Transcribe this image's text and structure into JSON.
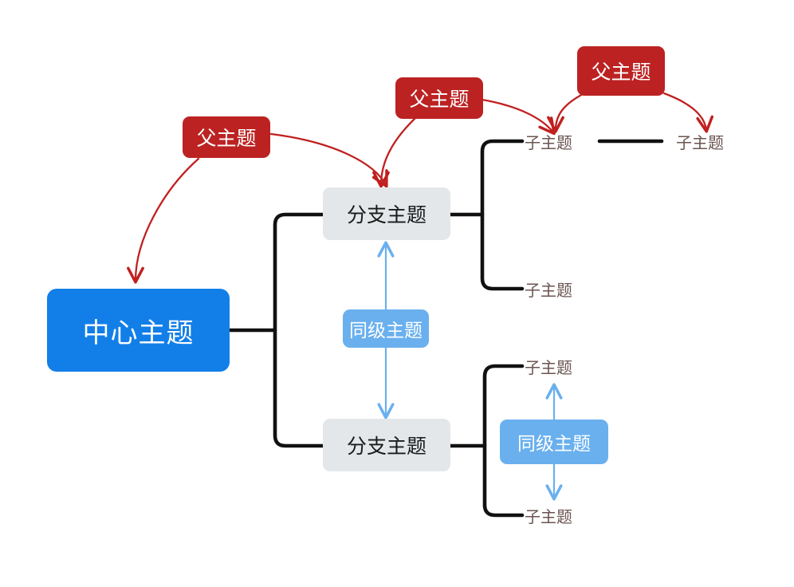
{
  "diagram": {
    "type": "mind-map",
    "title": "",
    "background_color": "#ffffff",
    "colors": {
      "central_fill": "#127fe8",
      "central_text": "#ffffff",
      "branch_fill": "#e3e7e9",
      "branch_text": "#1a1a1a",
      "parent_fill": "#bc2222",
      "parent_text": "#ffffff",
      "sibling_fill": "#6ab0ee",
      "sibling_text": "#ffffff",
      "subtopic_text": "#6b5552",
      "connector_black": "#111111",
      "arrow_red": "#c0201f",
      "arrow_blue": "#6ab0ee"
    },
    "labels": {
      "central": "中心主题",
      "branch": "分支主题",
      "parent": "父主题",
      "sibling": "同级主题",
      "subtopic": "子主题"
    }
  },
  "nodes": {
    "central": {
      "label": "中心主题"
    },
    "branch_top": {
      "label": "分支主题"
    },
    "branch_bottom": {
      "label": "分支主题"
    },
    "parent_left": {
      "label": "父主题"
    },
    "parent_middle": {
      "label": "父主题"
    },
    "parent_right": {
      "label": "父主题"
    },
    "sibling_middle": {
      "label": "同级主题"
    },
    "sibling_bottom": {
      "label": "同级主题"
    },
    "sub_top_1": {
      "label": "子主题"
    },
    "sub_top_2": {
      "label": "子主题"
    },
    "sub_top_3": {
      "label": "子主题"
    },
    "sub_bottom_1": {
      "label": "子主题"
    },
    "sub_bottom_2": {
      "label": "子主题"
    }
  }
}
